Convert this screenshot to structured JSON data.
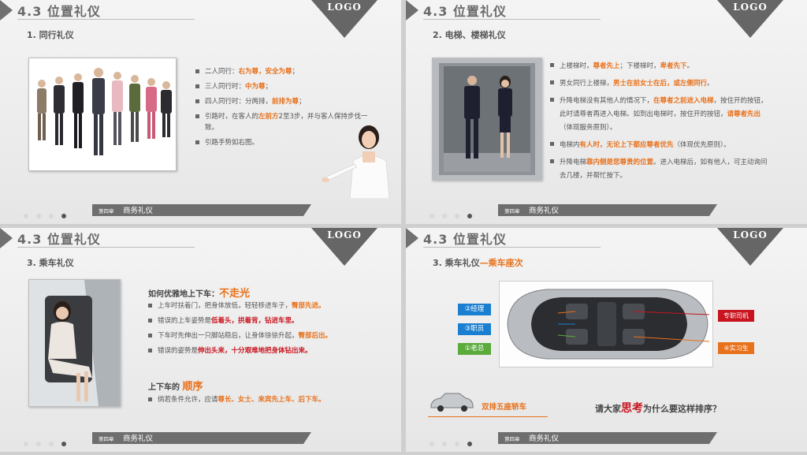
{
  "brand": {
    "logo": "LOGO",
    "section": "4.3  位置礼仪",
    "chapter": "第四章",
    "course": "商务礼仪"
  },
  "slide1": {
    "subtitle": "1. 同行礼仪",
    "bullets": [
      [
        "二人同行：",
        "右为尊，安全为尊",
        "；",
        ""
      ],
      [
        "三人同行时：",
        "中为尊",
        "；",
        ""
      ],
      [
        "四人同行时：分两排，",
        "前排为尊",
        "；",
        ""
      ],
      [
        "引路时，在客人的",
        "左前方",
        "2至3步，并与客人保持步伐一致。",
        ""
      ],
      [
        "引路手势如右图。",
        "",
        "",
        ""
      ]
    ]
  },
  "slide2": {
    "subtitle": "2. 电梯、楼梯礼仪",
    "b1a": "上楼梯时，",
    "b1b": "尊者先上",
    "b1c": "；下楼梯时，",
    "b1d": "卑者先下",
    "b1e": "。",
    "b2a": "男女同行上楼梯，",
    "b2b": "男士在前女士在后，或左侧同行",
    "b2c": "。",
    "b3a": "升降电梯没有其他人的情况下，",
    "b3b": "在尊者之前进入电梯",
    "b3c": "，按住开的按钮，此时请尊者再进入电梯。如到出电梯时，按住开的按钮，",
    "b3d": "请尊者先出",
    "b3e": "（体现服务原则）。",
    "b4a": "电梯内",
    "b4b": "有人时，无论上下都应尊者优先",
    "b4c": "（体现优先原则）。",
    "b5a": "升降电梯",
    "b5b": "靠内侧是您尊贵的位置",
    "b5c": "。进入电梯后，如有他人，可主动询问去几楼，并帮忙按下。"
  },
  "slide3": {
    "subtitle": "3. 乘车礼仪",
    "h1a": "如何优雅地上下车：",
    "h1b": "不走光",
    "b1a": "上车时扶着门，把身体放低，轻轻移进车子，",
    "b1b": "臀部先进。",
    "b2a": "错误的上车姿势是",
    "b2b": "低着头，拱着背，钻进车里。",
    "b3a": "下车时先伸出一只脚站稳后，让身体徐徐升起，",
    "b3b": "臀部后出。",
    "b4a": "错误的姿势是",
    "b4b": "伸出头来，十分艰难地把身体钻出来。",
    "h2a": "上下车的 ",
    "h2b": "顺序",
    "b5a": "倘若条件允许，应请",
    "b5b": "尊长、女士、来宾先上车、后下车。"
  },
  "slide4": {
    "subtitle_a": "3. 乘车礼仪",
    "subtitle_b": "—乘车座次",
    "labels": {
      "manager": "②经理",
      "staff": "③职员",
      "boss": "①老总",
      "driver": "专职司机",
      "intern": "④实习生"
    },
    "car_caption": "双排五座轿车",
    "question_a": "请大家",
    "question_b": "思考",
    "question_c": "为什么要这样排序？"
  },
  "colors": {
    "orange": "#e8711b",
    "red": "#c8141e",
    "blue": "#1a7fd0",
    "green": "#5aab3c"
  }
}
